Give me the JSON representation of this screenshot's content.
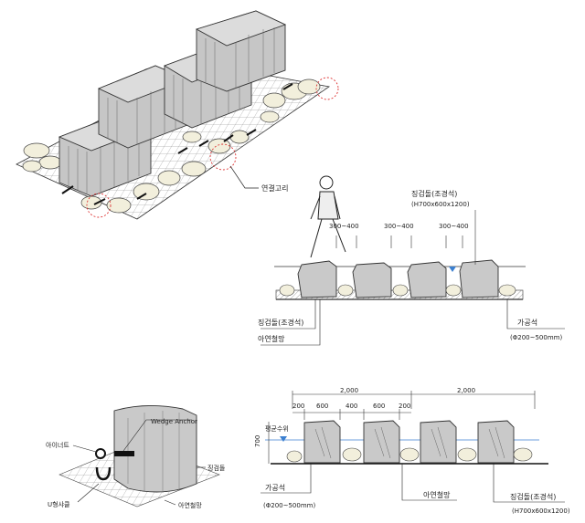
{
  "iso_view": {
    "callout": "연결고리"
  },
  "section_view": {
    "stone_label": "징검돌(조경석)",
    "stone_size": "(H700x600x1200)",
    "gap_labels": [
      "300~400",
      "300~400",
      "300~400"
    ],
    "bottom_left_1": "징검돌(조경석)",
    "bottom_left_2": "아연철망",
    "bottom_right_1": "가공석",
    "bottom_right_2": "(Φ200~500mm)"
  },
  "detail_view": {
    "wedge_anchor": "Wedge Anchor",
    "eye_nut": "아이너트",
    "stepping_stone": "징검돌",
    "u_shackle": "U형샤클",
    "zinc_mesh": "아연철망"
  },
  "plan_section": {
    "dim_total_1": "2,000",
    "dim_total_2": "2,000",
    "dim_segments": [
      "200",
      "600",
      "400",
      "600",
      "200"
    ],
    "water_level": "평균수위",
    "height": "700",
    "label_stone": "가공석",
    "label_stone_size": "(Φ200~500mm)",
    "label_mesh": "아연철망",
    "label_step": "징검돌(조경석)",
    "label_step_size": "(H700x600x1200)"
  }
}
